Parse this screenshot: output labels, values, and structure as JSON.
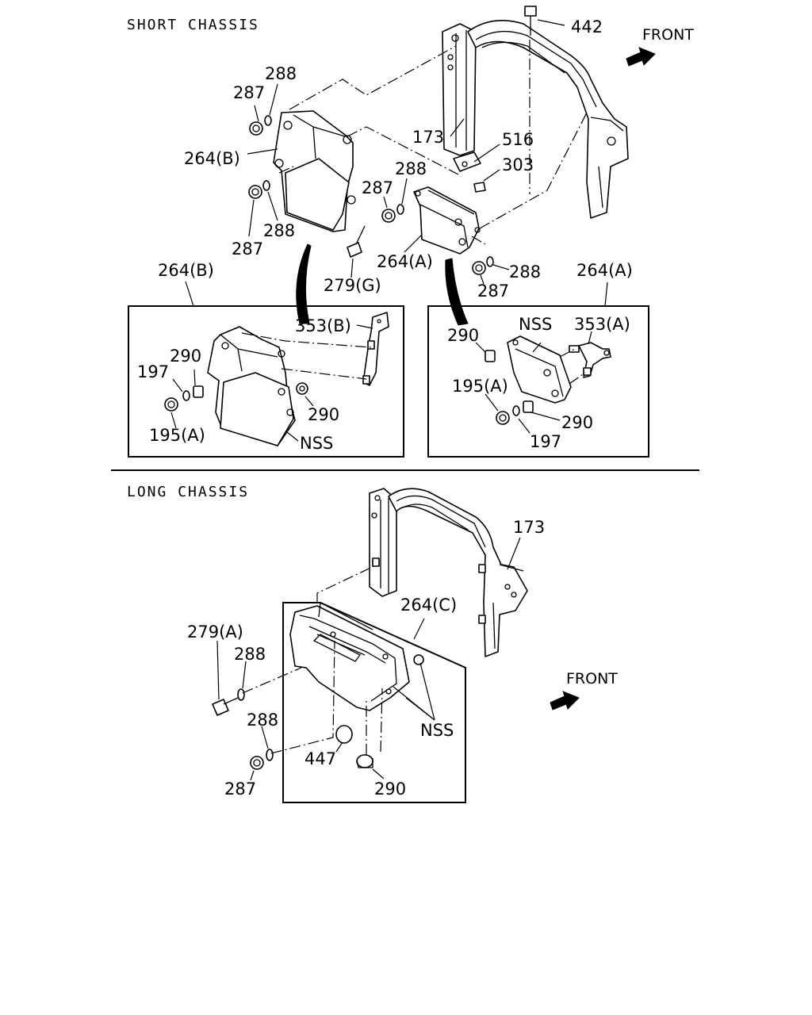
{
  "sections": {
    "short_chassis": "SHORT CHASSIS",
    "long_chassis": "LONG CHASSIS"
  },
  "direction": {
    "front_top": "FRONT",
    "front_bottom": "FRONT"
  },
  "top_labels": {
    "p442": "442",
    "p288_a": "288",
    "p287_a": "287",
    "p264b": "264(B)",
    "p173": "173",
    "p516": "516",
    "p303": "303",
    "p288_b": "288",
    "p287_b": "287",
    "p288_c": "288",
    "p287_c": "287",
    "p264a": "264(A)",
    "p279g": "279(G)",
    "p288_d": "288",
    "p287_d": "287"
  },
  "inset_left": {
    "title": "264(B)",
    "p353b": "353(B)",
    "p290_a": "290",
    "p197": "197",
    "p290_b": "290",
    "p195a": "195(A)",
    "nss": "NSS"
  },
  "inset_right": {
    "title": "264(A)",
    "p290_a": "290",
    "nss": "NSS",
    "p353a": "353(A)",
    "p195a": "195(A)",
    "p290_b": "290",
    "p197": "197"
  },
  "long_labels": {
    "p173": "173",
    "p264c": "264(C)",
    "p279a": "279(A)",
    "p288_a": "288",
    "p288_b": "288",
    "p287": "287",
    "p447": "447",
    "p290": "290",
    "nss": "NSS"
  }
}
